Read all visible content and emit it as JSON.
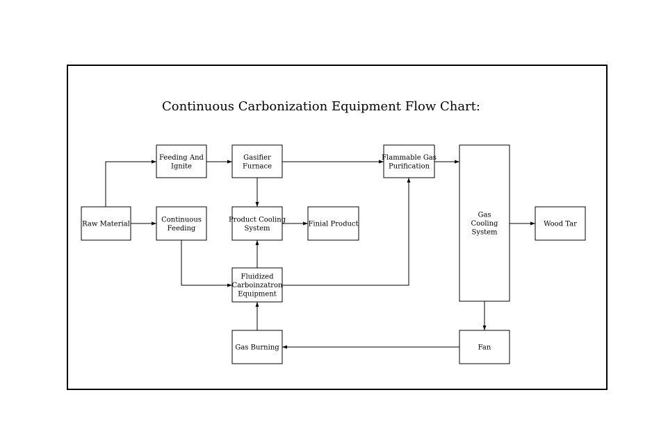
{
  "title": "Continuous Carbonization Equipment Flow Chart:",
  "nodes": {
    "raw_material": [
      "Raw Material"
    ],
    "feeding_ignite": [
      "Feeding And",
      "Ignite"
    ],
    "continuous_feeding": [
      "Continuous",
      "Feeding"
    ],
    "gasifier_furnace": [
      "Gasifier",
      "Furnace"
    ],
    "product_cooling": [
      "Product Cooling",
      "System"
    ],
    "finial_product": [
      "Finial Product"
    ],
    "fluidized": [
      "Fluidized",
      "Carboinzatron",
      "Equipment"
    ],
    "gas_burning": [
      "Gas Burning"
    ],
    "flammable_gas": [
      "Flammable Gas",
      "Purification"
    ],
    "gas_cooling": [
      "Gas",
      "Cooling",
      "System"
    ],
    "fan": [
      "Fan"
    ],
    "wood_tar": [
      "Wood Tar"
    ]
  },
  "edges": [
    {
      "from": "raw_material",
      "to": "feeding_ignite"
    },
    {
      "from": "raw_material",
      "to": "continuous_feeding"
    },
    {
      "from": "feeding_ignite",
      "to": "gasifier_furnace"
    },
    {
      "from": "gasifier_furnace",
      "to": "flammable_gas"
    },
    {
      "from": "gasifier_furnace",
      "to": "product_cooling"
    },
    {
      "from": "product_cooling",
      "to": "finial_product"
    },
    {
      "from": "continuous_feeding",
      "to": "fluidized"
    },
    {
      "from": "fluidized",
      "to": "product_cooling"
    },
    {
      "from": "fluidized",
      "to": "flammable_gas"
    },
    {
      "from": "gas_burning",
      "to": "fluidized"
    },
    {
      "from": "flammable_gas",
      "to": "gas_cooling"
    },
    {
      "from": "gas_cooling",
      "to": "wood_tar"
    },
    {
      "from": "gas_cooling",
      "to": "fan"
    },
    {
      "from": "fan",
      "to": "gas_burning"
    }
  ]
}
